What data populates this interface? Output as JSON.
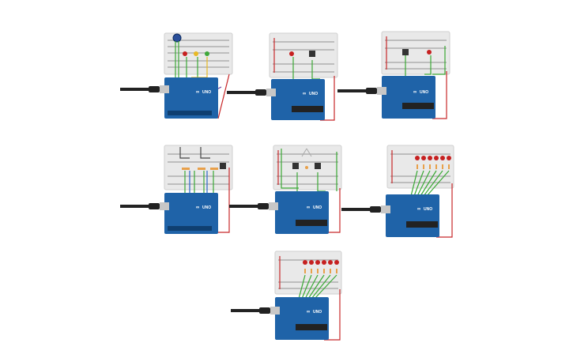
{
  "board": {
    "brand_mark": "∞",
    "model_label": "UNO"
  },
  "colors": {
    "breadboard": "#e9e9e9",
    "board": "#1f63a8",
    "cable": "#222222",
    "usb": "#c7c7c7",
    "wire_green": "#3aa935",
    "wire_red": "#c8282a",
    "wire_black": "#333333",
    "led_red": "#c62020",
    "led_yellow": "#e8b923",
    "led_green": "#3fa83a",
    "resistor": "#e8a04a"
  },
  "circuits": [
    {
      "name": "circuit-traffic-light",
      "components": [
        "potentiometer",
        "led-red",
        "led-yellow",
        "led-green"
      ]
    },
    {
      "name": "circuit-led-button",
      "components": [
        "led-red",
        "pushbutton"
      ]
    },
    {
      "name": "circuit-button-led",
      "components": [
        "pushbutton",
        "led-red"
      ]
    },
    {
      "name": "circuit-multi-resistor",
      "components": [
        "resistors",
        "pushbutton"
      ]
    },
    {
      "name": "circuit-two-buttons",
      "components": [
        "pushbutton",
        "pushbutton"
      ]
    },
    {
      "name": "circuit-six-leds-a",
      "components": [
        "led-row-6"
      ]
    },
    {
      "name": "circuit-six-leds-b",
      "components": [
        "led-row-6"
      ]
    }
  ]
}
